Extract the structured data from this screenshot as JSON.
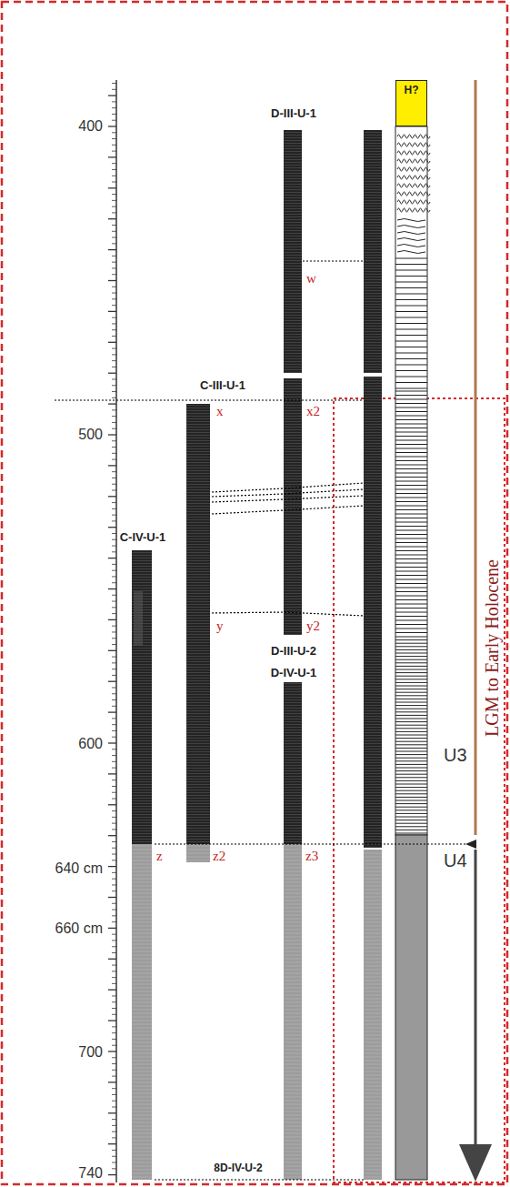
{
  "diagram": {
    "nodes": [
      {
        "text": [
          "H?"
        ]
      }
    ],
    "labels": [
      "400",
      "500",
      "600",
      "640 cm",
      "660 cm",
      "700",
      "740",
      "D-III-U-1",
      "C-III-U-1",
      "D-III-U-2",
      "D-IV-U-1",
      "C-IV-U-1",
      "8D-IV-U-2",
      "w",
      "x",
      "x2",
      "y",
      "y2",
      "z",
      "z2",
      "z3",
      "U3",
      "U4",
      "LGM to Early Holocene"
    ]
  }
}
